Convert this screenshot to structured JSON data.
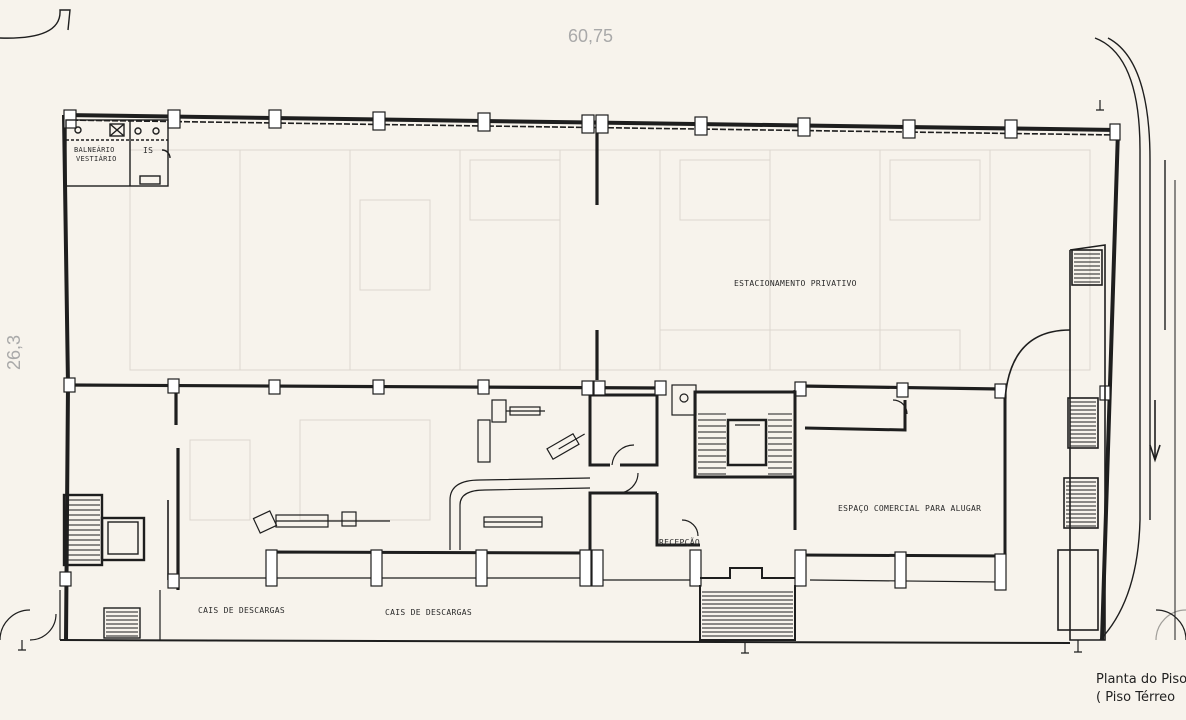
{
  "dimensions": {
    "width_label": "60,75",
    "height_label": "26,3"
  },
  "rooms": {
    "balneario": "BALNEÁRIO",
    "vestiario": "VESTIÁRIO",
    "wc_number": "IS",
    "parking": "ESTACIONAMENTO PRIVATIVO",
    "commercial": "ESPAÇO COMERCIAL PARA ALUGAR",
    "reception": "RECEPÇÃO",
    "loading_dock_1": "CAIS DE DESCARGAS",
    "loading_dock_2": "CAIS DE DESCARGAS"
  },
  "title_block": {
    "line1": "Planta do Piso",
    "line2": "( Piso Térreo"
  },
  "colors": {
    "paper": "#f7f3ec",
    "ink": "#1e1e1e",
    "faint": "#d9d4cc"
  }
}
